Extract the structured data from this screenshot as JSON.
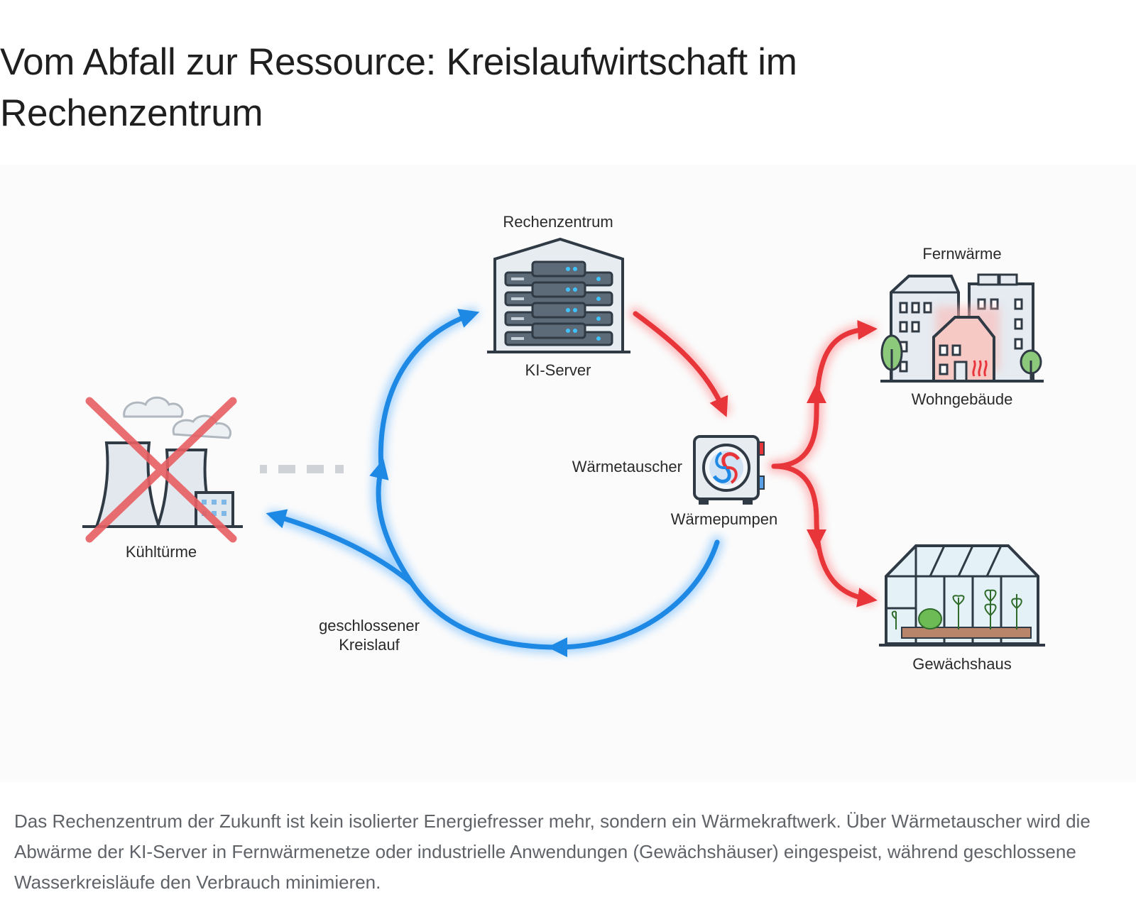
{
  "title": "Vom Abfall zur Ressource: Kreislaufwirtschaft im Rechenzentrum",
  "diagram": {
    "datacenter": {
      "top_label": "Rechenzentrum",
      "bottom_label": "KI-Server"
    },
    "cooling": {
      "label": "Kühltürme",
      "status": "crossed-out"
    },
    "exchanger": {
      "left_label": "Wärmetauscher",
      "bottom_label": "Wärmepumpen"
    },
    "district": {
      "top_label": "Fernwärme",
      "bottom_label": "Wohngebäude"
    },
    "greenhouse": {
      "label": "Gewächshaus"
    },
    "loop": {
      "label_line1": "geschlossener",
      "label_line2": "Kreislauf"
    },
    "colors": {
      "hot": "#e8353a",
      "cold": "#1e88e5",
      "cross": "#e85f63"
    }
  },
  "caption": "Das Rechenzentrum der Zukunft ist kein isolierter Energiefresser mehr, sondern ein Wärmekraftwerk. Über Wärmetauscher wird die Abwärme der KI-Server in Fernwärmenetze oder industrielle Anwendungen (Gewächshäuser) eingespeist, während geschlossene Wasserkreisläufe den Verbrauch minimieren."
}
